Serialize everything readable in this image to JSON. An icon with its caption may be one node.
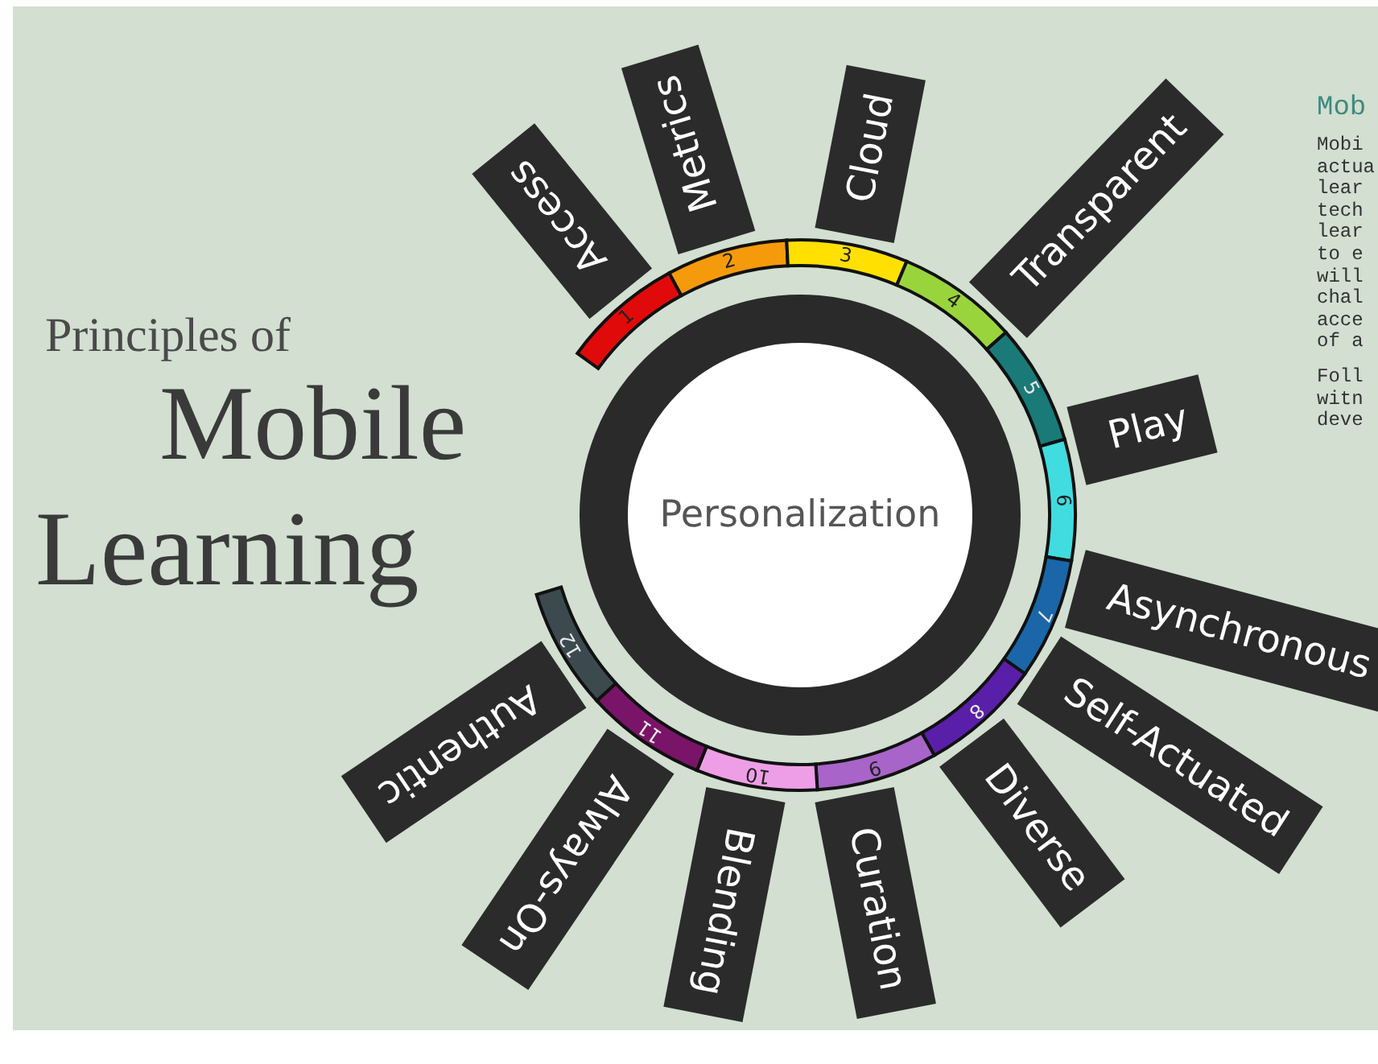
{
  "diagram": {
    "nodes": [
      {
        "text": [
          "Personalization"
        ]
      },
      {
        "text": [
          "Access"
        ]
      },
      {
        "text": [
          "Metrics"
        ]
      },
      {
        "text": [
          "Cloud"
        ]
      },
      {
        "text": [
          "Transparent"
        ]
      },
      {
        "text": [
          "Play"
        ]
      },
      {
        "text": [
          "Asynchronous"
        ]
      },
      {
        "text": [
          "Self-Actuated"
        ]
      },
      {
        "text": [
          "Diverse"
        ]
      },
      {
        "text": [
          "Curation"
        ]
      },
      {
        "text": [
          "Blending"
        ]
      },
      {
        "text": [
          "Always-On"
        ]
      },
      {
        "text": [
          "Authentic"
        ]
      },
      {
        "text": [
          "1"
        ]
      },
      {
        "text": [
          "2"
        ]
      },
      {
        "text": [
          "3"
        ]
      },
      {
        "text": [
          "4"
        ]
      },
      {
        "text": [
          "5"
        ]
      },
      {
        "text": [
          "6"
        ]
      },
      {
        "text": [
          "7"
        ]
      },
      {
        "text": [
          "8"
        ]
      },
      {
        "text": [
          "9"
        ]
      },
      {
        "text": [
          "10"
        ]
      },
      {
        "text": [
          "11"
        ]
      },
      {
        "text": [
          "12"
        ]
      }
    ],
    "labels": [
      "Principles of",
      "Mobile",
      "Learning",
      "Mob",
      "Mobi actua lear tech lear to e will chal acce of a",
      "Foll witn deve"
    ]
  }
}
